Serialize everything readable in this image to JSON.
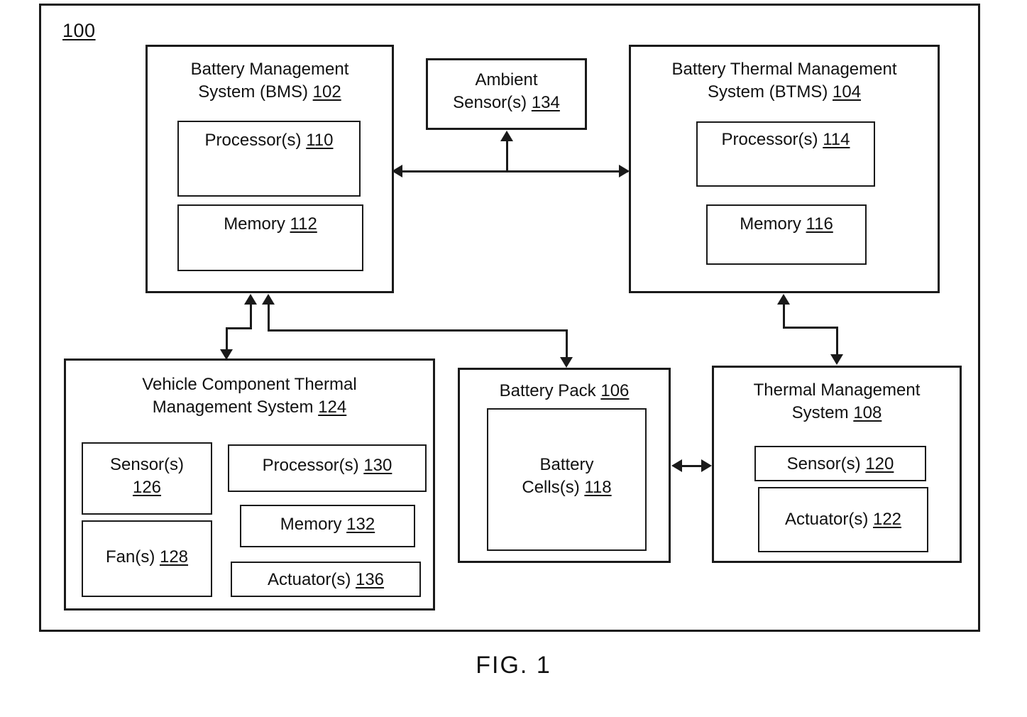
{
  "figure": {
    "reference_numeral": "100",
    "caption": "FIG. 1"
  },
  "boxes": {
    "bms": {
      "title": "Battery Management\nSystem (BMS) ",
      "ref": "102",
      "children": {
        "processor": {
          "label": "Processor(s) ",
          "ref": "110"
        },
        "memory": {
          "label": "Memory ",
          "ref": "112"
        }
      }
    },
    "ambient_sensor": {
      "title": "Ambient\nSensor(s) ",
      "ref": "134"
    },
    "btms": {
      "title": "Battery Thermal Management\nSystem (BTMS) ",
      "ref": "104",
      "children": {
        "processor": {
          "label": "Processor(s) ",
          "ref": "114"
        },
        "memory": {
          "label": "Memory ",
          "ref": "116"
        }
      }
    },
    "vctms": {
      "title": "Vehicle Component Thermal\nManagement System ",
      "ref": "124",
      "children": {
        "sensor": {
          "label": "Sensor(s)\n",
          "ref": "126"
        },
        "fan": {
          "label": "Fan(s) ",
          "ref": "128"
        },
        "processor": {
          "label": "Processor(s) ",
          "ref": "130"
        },
        "memory": {
          "label": "Memory ",
          "ref": "132"
        },
        "actuator": {
          "label": "Actuator(s) ",
          "ref": "136"
        }
      }
    },
    "battery_pack": {
      "title": "Battery Pack ",
      "ref": "106",
      "children": {
        "cells": {
          "label": "Battery\nCells(s) ",
          "ref": "118"
        }
      }
    },
    "tms": {
      "title": "Thermal Management\nSystem ",
      "ref": "108",
      "children": {
        "sensor": {
          "label": "Sensor(s) ",
          "ref": "120"
        },
        "actuator": {
          "label": "Actuator(s) ",
          "ref": "122"
        }
      }
    }
  },
  "colors": {
    "line": "#1a1a1a",
    "background": "#ffffff"
  }
}
